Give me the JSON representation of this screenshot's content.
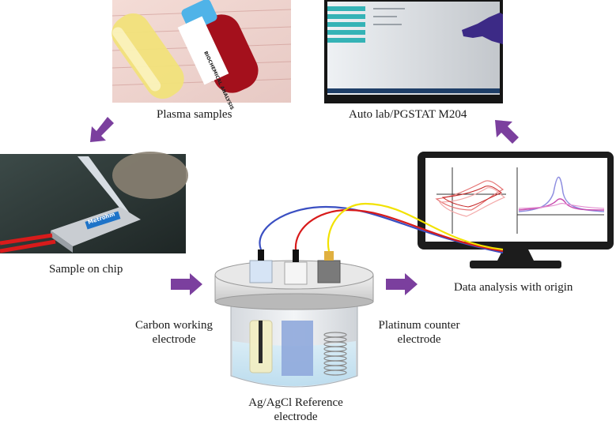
{
  "labels": {
    "plasma_samples": "Plasma samples",
    "autolab": "Auto lab/PGSTAT M204",
    "sample_on_chip": "Sample on chip",
    "data_analysis": "Data analysis with origin",
    "carbon_working_l1": "Carbon working",
    "carbon_working_l2": "electrode",
    "platinum_counter_l1": "Platinum counter",
    "platinum_counter_l2": "electrode",
    "reference_l1": "Ag/AgCl Reference",
    "reference_l2": "electrode"
  },
  "photo_text": {
    "tube_label": "BIOCHEMICAL ANALYSIS",
    "device_label": "Metrohm"
  },
  "colors": {
    "arrow": "#7b3f9e",
    "wire_blue": "#3a4fc2",
    "wire_red": "#d81b1b",
    "wire_yellow": "#f2e200",
    "tube_yellow": "#f1e27a",
    "tube_red": "#a4101c",
    "cap_blue": "#4fb3e8",
    "monitor_frame": "#1c1c1c",
    "screen_teal": "#35b3b6"
  }
}
